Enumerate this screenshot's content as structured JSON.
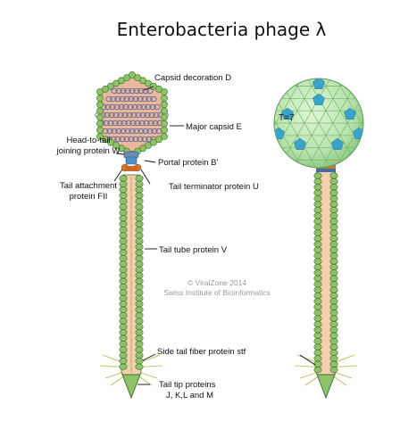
{
  "title": "Enterobacteria phage λ",
  "labels": {
    "capsid_decoration": "Capsid decoration D",
    "major_capsid": "Major capsid E",
    "head_to_tail_1": "Head-to-tail",
    "head_to_tail_2": "joining protein W",
    "portal": "Portal protein B'",
    "tail_attachment_1": "Tail attachment",
    "tail_attachment_2": "protein FII",
    "tail_terminator": "Tail terminator protein U",
    "tail_tube": "Tail tube protein V",
    "side_tail_fiber": "Side tail fiber protein stf",
    "tail_tip_1": "Tail tip proteins",
    "tail_tip_2": "J, K,L and M",
    "triangulation": "T=7"
  },
  "watermark": {
    "line1": "© ViralZone 2014",
    "line2": "Swiss Institute of Bioinformatics"
  },
  "colors": {
    "capsid_green": "#8dc46a",
    "capsid_outline": "#3d6b2a",
    "capsid_interior": "#e8b79c",
    "dna": "#6a6f9a",
    "tube_inner": "#f3cfae",
    "tail_ring": "#8dc46a",
    "portal_blue": "#4e8fc8",
    "terminator_orange": "#d2782e",
    "sphere_light": "#c8ecc0",
    "sphere_blue": "#3aa3c7"
  },
  "icons": {
    "sphere": "icosahedral-capsid-sphere"
  }
}
